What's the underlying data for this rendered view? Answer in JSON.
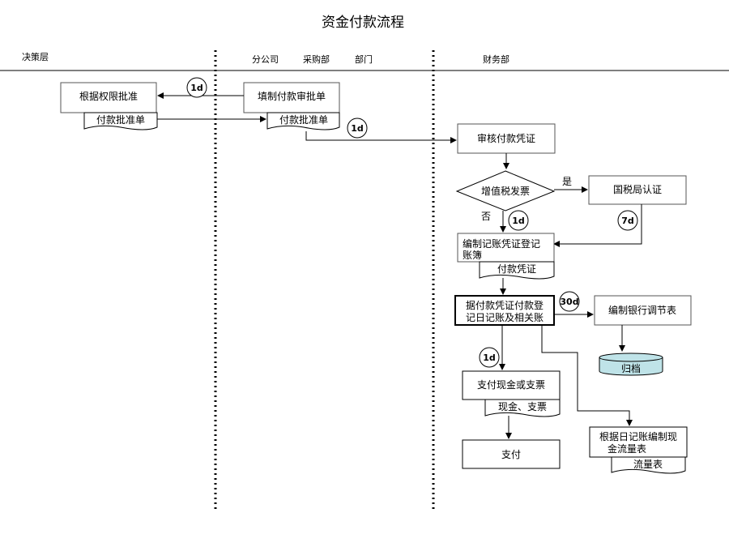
{
  "title": "资金付款流程",
  "lanes": {
    "decision": "决策层",
    "branch": "分公司",
    "purchasing": "采购部",
    "dept": "部门",
    "finance": "财务部"
  },
  "nodes": {
    "approve_by_authority": "根据权限批准",
    "approval_doc_left": "付款批准单",
    "fill_payment_form": "填制付款审批单",
    "approval_doc_mid": "付款批准单",
    "review_voucher": "审核付款凭证",
    "vat_invoice": "增值税发票",
    "tax_bureau": "国税局认证",
    "prepare_voucher": "编制记账凭证登记账簿",
    "payment_voucher_doc": "付款凭证",
    "register_journal_line1": "据付款凭证付款登",
    "register_journal_line2": "记日记账及相关账",
    "bank_reconciliation": "编制银行调节表",
    "archive": "归档",
    "pay_cash_or_check": "支付现金或支票",
    "cash_check_doc": "现金、支票",
    "pay": "支付",
    "cashflow_line1": "根据日记账编制现",
    "cashflow_line2": "金流量表",
    "cashflow_doc": "流量表"
  },
  "labels": {
    "yes": "是",
    "no": "否"
  },
  "durations": {
    "d1": "1d",
    "d2": "1d",
    "d3": "1d",
    "d4": "7d",
    "d5": "30d",
    "d6": "1d"
  }
}
